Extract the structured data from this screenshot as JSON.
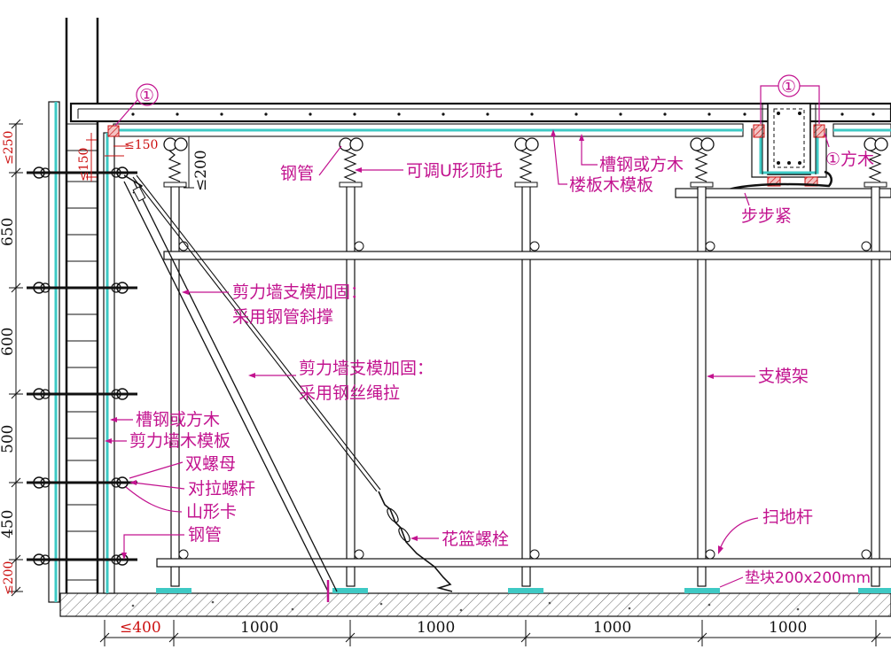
{
  "colors": {
    "label": "#c2138f",
    "formwork": "#3ec9c4",
    "dimension_red": "#cc1010",
    "line": "#111111"
  },
  "labels": {
    "detail_marker_left": "①",
    "detail_marker_right": "①",
    "steel_pipe_top": "钢管",
    "adjustable_u_head": "可调U形顶托",
    "channel_or_timber_top": "槽钢或方木",
    "slab_formwork": "楼板木模板",
    "timber_1": "①方木",
    "step_clamp": "步步紧",
    "shear_wall_brace_1": "剪力墙支模加固：",
    "shear_wall_brace_2": "采用钢管斜撑",
    "shear_wall_wire_1": "剪力墙支模加固：",
    "shear_wall_wire_2": "采用钢丝绳拉",
    "support_frame": "支模架",
    "channel_or_timber_wall": "槽钢或方木",
    "shear_wall_formwork": "剪力墙木模板",
    "double_nut": "双螺母",
    "tie_bolt": "对拉螺杆",
    "mountain_clip": "山形卡",
    "steel_pipe_wall": "钢管",
    "turnbuckle": "花篮螺栓",
    "sweep_bar": "扫地杆",
    "pad_block": "垫块200x200mm"
  },
  "dimensions": {
    "left_vertical": [
      "≤250",
      "650",
      "600",
      "500",
      "450",
      "≤200"
    ],
    "top_150_a": "≤150",
    "top_150_b": "≤150",
    "top_200": "≤200",
    "bottom": [
      "≤400",
      "1000",
      "1000",
      "1000",
      "1000"
    ]
  }
}
